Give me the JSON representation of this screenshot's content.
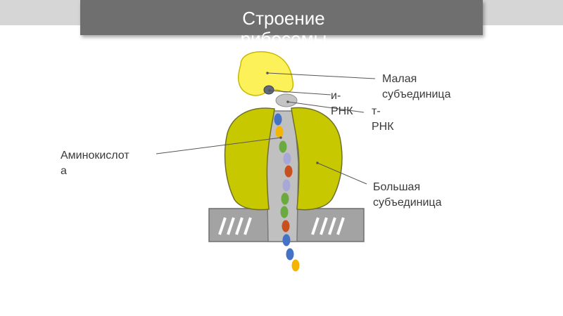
{
  "slide": {
    "title": "Строение\nрибосомы"
  },
  "labels": {
    "small_subunit": "Малая\nсубъединица",
    "mrna": "и-\nРНК",
    "trna": "т-\nРНК",
    "amino_acid": "Аминокислот\nа",
    "large_subunit": "Большая\nсубъединица"
  },
  "colors": {
    "small_subunit": "#fdf15a",
    "large_subunit": "#c8c800",
    "channel": "#c0c0c0",
    "membrane": "#a3a3a3",
    "mrna_dot": "#60697a",
    "trna": "#c4c4c4",
    "title_box": "#6f6f6f"
  },
  "chain_beads": [
    "blue",
    "orange",
    "green",
    "lavender",
    "red",
    "lavender",
    "green",
    "green",
    "red",
    "blue",
    "blue",
    "orange"
  ],
  "bead_colors": {
    "blue": "#4472c4",
    "orange": "#f5b400",
    "green": "#6aaa3f",
    "lavender": "#a8a8d8",
    "red": "#c8501e"
  }
}
